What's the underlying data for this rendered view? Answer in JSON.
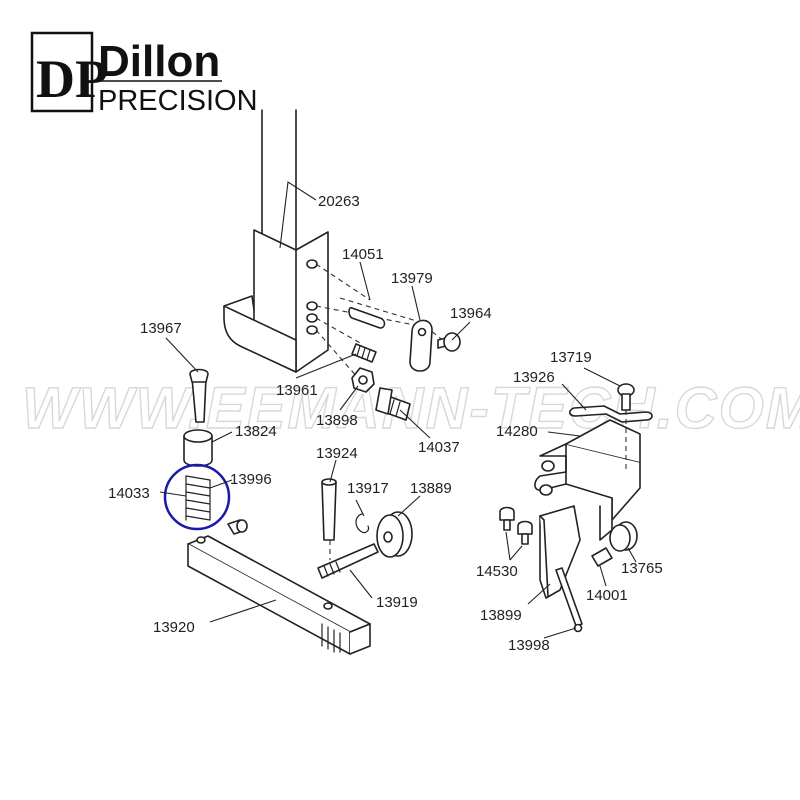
{
  "logo": {
    "mark": "DP",
    "line1": "Dillon",
    "line2": "PRECISION"
  },
  "watermark": "WWW.EEMANN-TECH.COM",
  "highlight_color": "#1a1aa8",
  "parts": [
    {
      "id": "p20263",
      "label": "20263"
    },
    {
      "id": "p14051",
      "label": "14051"
    },
    {
      "id": "p13979",
      "label": "13979"
    },
    {
      "id": "p13964",
      "label": "13964"
    },
    {
      "id": "p13967",
      "label": "13967"
    },
    {
      "id": "p13961",
      "label": "13961"
    },
    {
      "id": "p13898",
      "label": "13898"
    },
    {
      "id": "p14037",
      "label": "14037"
    },
    {
      "id": "p13824",
      "label": "13824"
    },
    {
      "id": "p13996",
      "label": "13996"
    },
    {
      "id": "p14033",
      "label": "14033"
    },
    {
      "id": "p13924",
      "label": "13924"
    },
    {
      "id": "p13917",
      "label": "13917"
    },
    {
      "id": "p13889",
      "label": "13889"
    },
    {
      "id": "p13919",
      "label": "13919"
    },
    {
      "id": "p13920",
      "label": "13920"
    },
    {
      "id": "p13719",
      "label": "13719"
    },
    {
      "id": "p13926",
      "label": "13926"
    },
    {
      "id": "p14280",
      "label": "14280"
    },
    {
      "id": "p14530",
      "label": "14530"
    },
    {
      "id": "p13765",
      "label": "13765"
    },
    {
      "id": "p14001",
      "label": "14001"
    },
    {
      "id": "p13899",
      "label": "13899"
    },
    {
      "id": "p13998",
      "label": "13998"
    }
  ]
}
